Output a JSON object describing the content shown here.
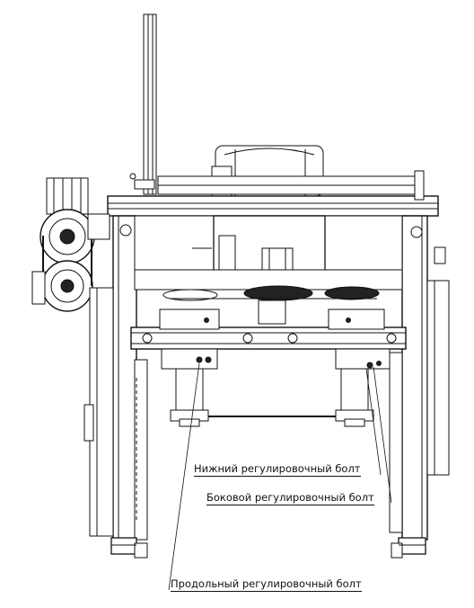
{
  "callouts": {
    "lower_bolt": "Нижний регулировочный болт",
    "side_bolt": "Боковой регулировочный болт",
    "longitudinal_bolt": "Продольный регулировочный болт"
  },
  "colors": {
    "line": "#111111",
    "hatch": "#222222",
    "background": "#ffffff"
  }
}
